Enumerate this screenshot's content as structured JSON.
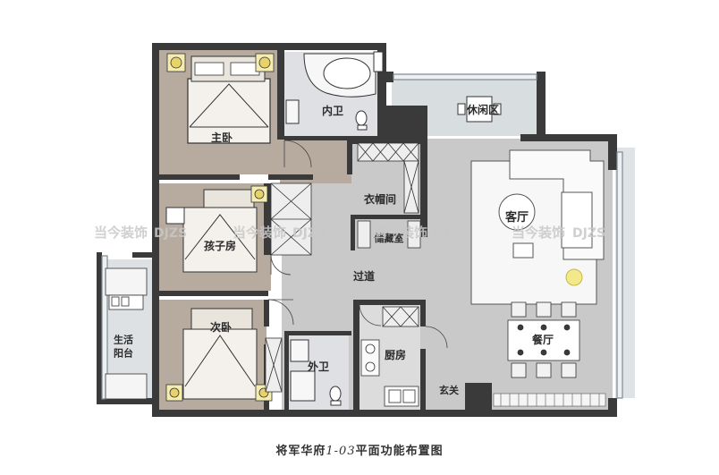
{
  "rooms": {
    "master_bedroom": "主卧",
    "inner_bath": "内卫",
    "leisure_area": "休闲区",
    "walk_in_closet": "衣帽间",
    "kids_room": "孩子房",
    "storage_room": "储藏室",
    "living_room": "客厅",
    "hallway": "过道",
    "living_balcony": "生活\n阳台",
    "second_bedroom": "次卧",
    "outer_bath": "外卫",
    "kitchen": "厨房",
    "dining_room": "餐厅",
    "entrance": "玄关"
  },
  "watermark": {
    "brand": "当今装饰",
    "latin": "DJZS"
  },
  "caption": {
    "prefix": "将军华府",
    "unit": "1-03",
    "suffix": "平面功能布置图"
  },
  "colors": {
    "wall": "#3a3a3a",
    "bedroom_floor": "#b7aba0",
    "public_floor": "#c9c9c9",
    "balcony_floor": "#d8dde0",
    "bath_floor": "#dfe0e3",
    "watermark": "#c8c8c8"
  }
}
